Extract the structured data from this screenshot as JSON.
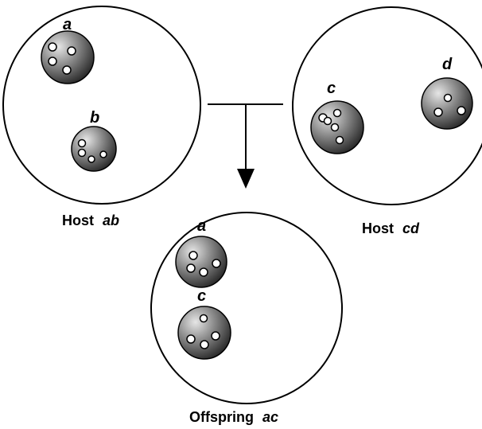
{
  "hosts": [
    {
      "id": "host-ab",
      "label_prefix": "Host",
      "label_code": "ab",
      "symbionts": [
        "a",
        "b"
      ]
    },
    {
      "id": "host-cd",
      "label_prefix": "Host",
      "label_code": "cd",
      "symbionts": [
        "c",
        "d"
      ]
    },
    {
      "id": "offspring-ac",
      "label_prefix": "Offspring",
      "label_code": "ac",
      "symbionts": [
        "a",
        "c"
      ]
    }
  ],
  "symbiont_labels": {
    "a": "a",
    "b": "b",
    "c": "c",
    "d": "d"
  },
  "colors": {
    "outline": "#000000",
    "symbiont_light": "#e6e6e6",
    "symbiont_dark": "#1e1e1e"
  }
}
